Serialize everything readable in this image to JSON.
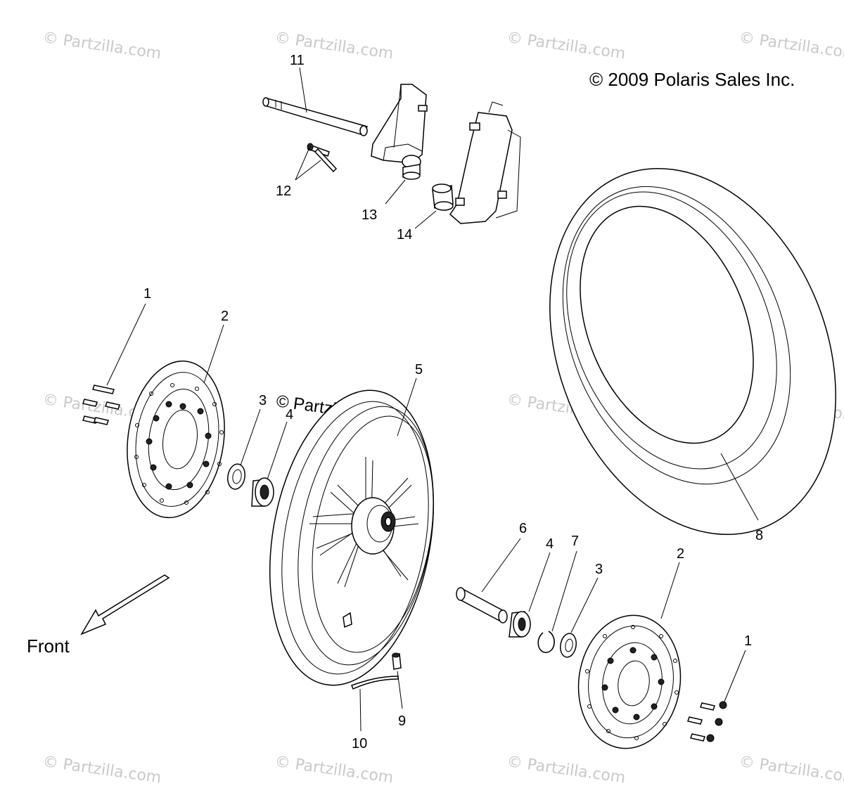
{
  "copyright": "© 2009 Polaris Sales Inc.",
  "front_label": "Front",
  "watermark": "© Partzilla.com",
  "inline_watermark": "© Partzilla.com",
  "callouts": {
    "c1a": "1",
    "c1b": "1",
    "c2a": "2",
    "c2b": "2",
    "c3a": "3",
    "c3b": "3",
    "c4a": "4",
    "c4b": "4",
    "c5": "5",
    "c6": "6",
    "c7": "7",
    "c8": "8",
    "c9": "9",
    "c10": "10",
    "c11": "11",
    "c12": "12",
    "c13": "13",
    "c14": "14"
  }
}
